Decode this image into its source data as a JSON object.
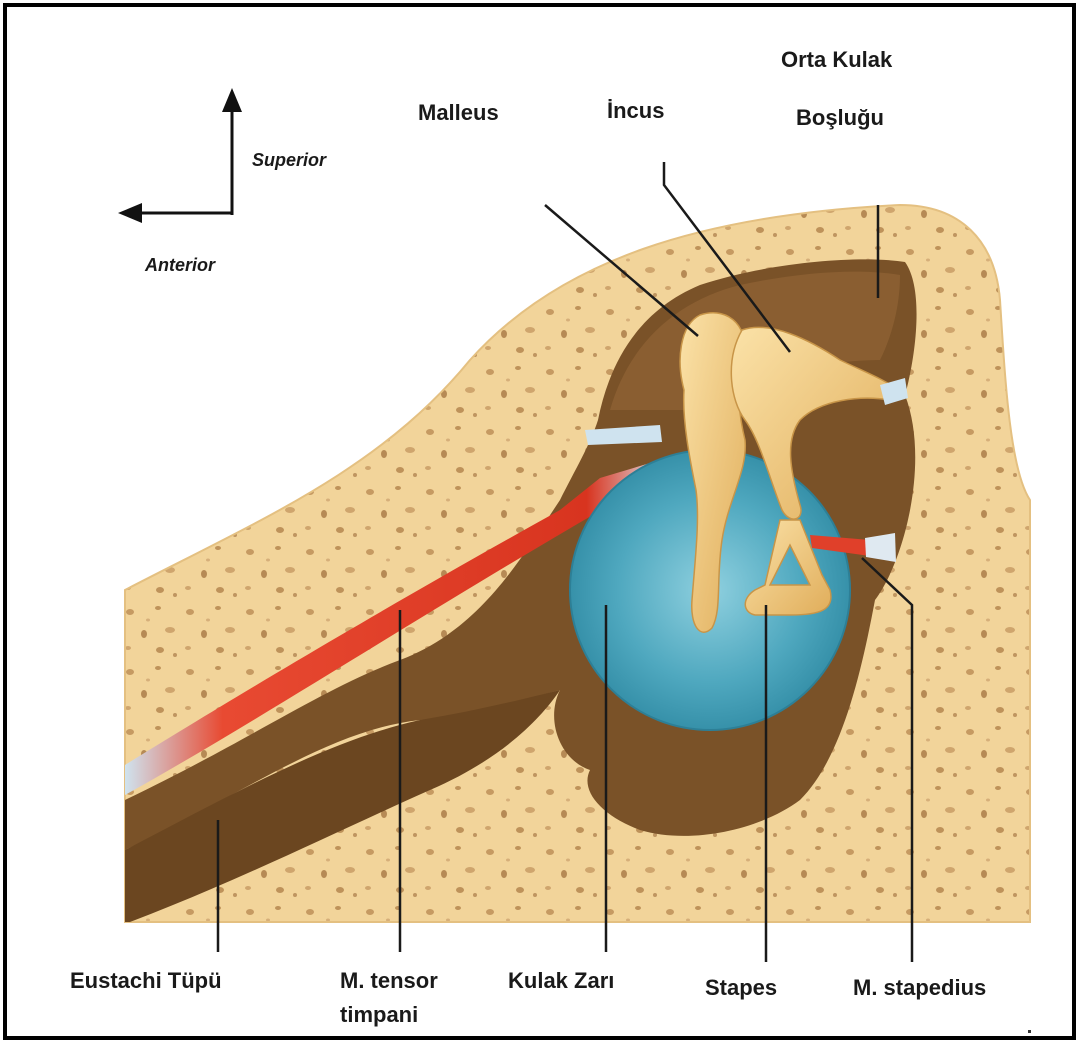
{
  "orientation": {
    "superior": "Superior",
    "anterior": "Anterior"
  },
  "labels": {
    "malleus": "Malleus",
    "incus": "İncus",
    "cavity_line1": "Orta Kulak",
    "cavity_line2": "Boşluğu",
    "eustachian": "Eustachi Tüpü",
    "tensor_line1": "M. tensor",
    "tensor_line2": "timpani",
    "eardrum": "Kulak Zarı",
    "stapes": "Stapes",
    "stapedius": "M. stapedius"
  },
  "colors": {
    "bone": "#f2d49a",
    "bone_pore": "#b7864e",
    "cavity": "#7a5228",
    "cavity_light": "#9b6c3c",
    "ossicle": "#f0c878",
    "eardrum": "#4fa8bf",
    "muscle": "#e0402a",
    "tendon": "#cfe3ef",
    "leader": "#1a1a1a"
  }
}
